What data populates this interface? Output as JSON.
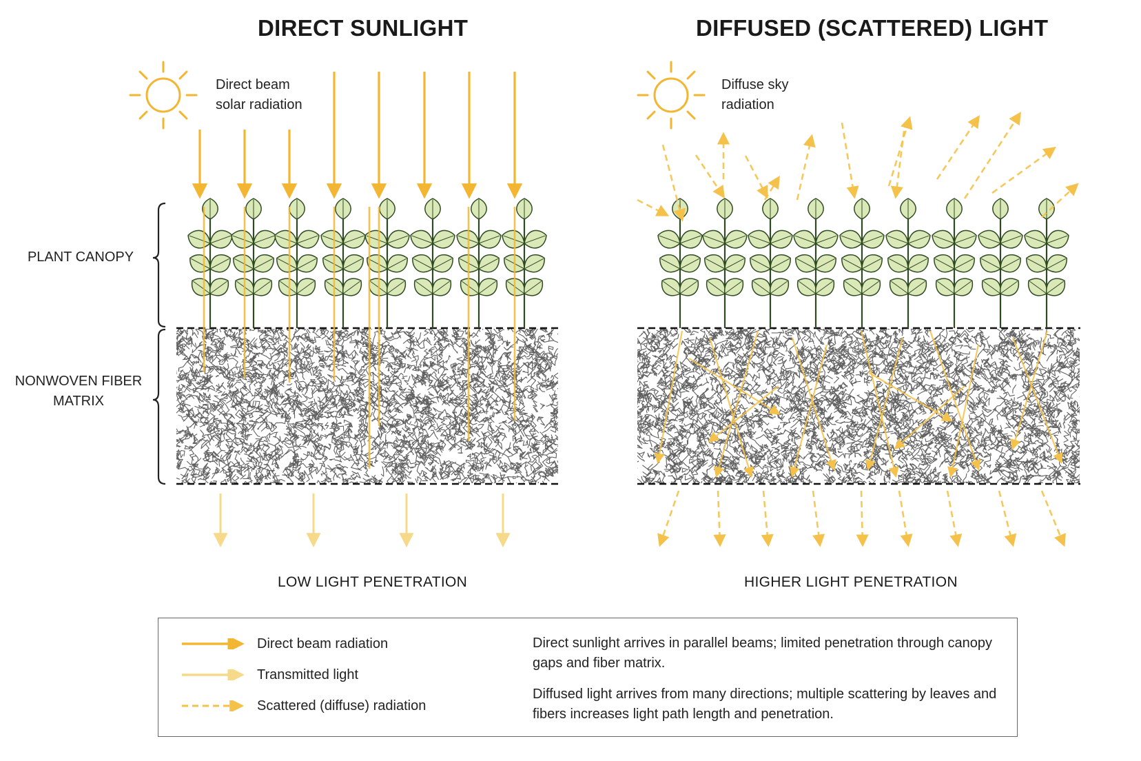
{
  "titles": {
    "direct": "DIRECT SUNLIGHT",
    "diffused": "DIFFUSED (SCATTERED) LIGHT"
  },
  "sun_labels": {
    "direct": [
      "Direct beam",
      "solar radiation"
    ],
    "diffused": [
      "Diffuse sky",
      "radiation"
    ]
  },
  "layers": {
    "canopy": "PLANT CANOPY",
    "matrix": [
      "NONWOVEN FIBER",
      "MATRIX"
    ]
  },
  "penetration": {
    "direct": "LOW LIGHT PENETRATION",
    "diffused": "HIGHER LIGHT PENETRATION"
  },
  "legend": {
    "items": [
      {
        "label": "Direct beam radiation",
        "style": "solid"
      },
      {
        "label": "Transmitted light",
        "style": "transmitted"
      },
      {
        "label": "Scattered (diffuse) radiation",
        "style": "dashed"
      }
    ],
    "notes": [
      "Direct sunlight arrives in parallel beams; limited penetration through canopy gaps and fiber matrix.",
      "Diffused light arrives from many directions; multiple scattering by leaves and fibers increases light path length and penetration."
    ]
  },
  "colors": {
    "direct_beam": "#f2b632",
    "transmitted": "#f7d98a",
    "scattered": "#f4c24a",
    "leaf_fill": "#dbe9b8",
    "leaf_stroke": "#2f4a22",
    "fiber": "#2b2b2b",
    "sun": "#f2b632"
  },
  "icons": [
    "sun-icon"
  ]
}
